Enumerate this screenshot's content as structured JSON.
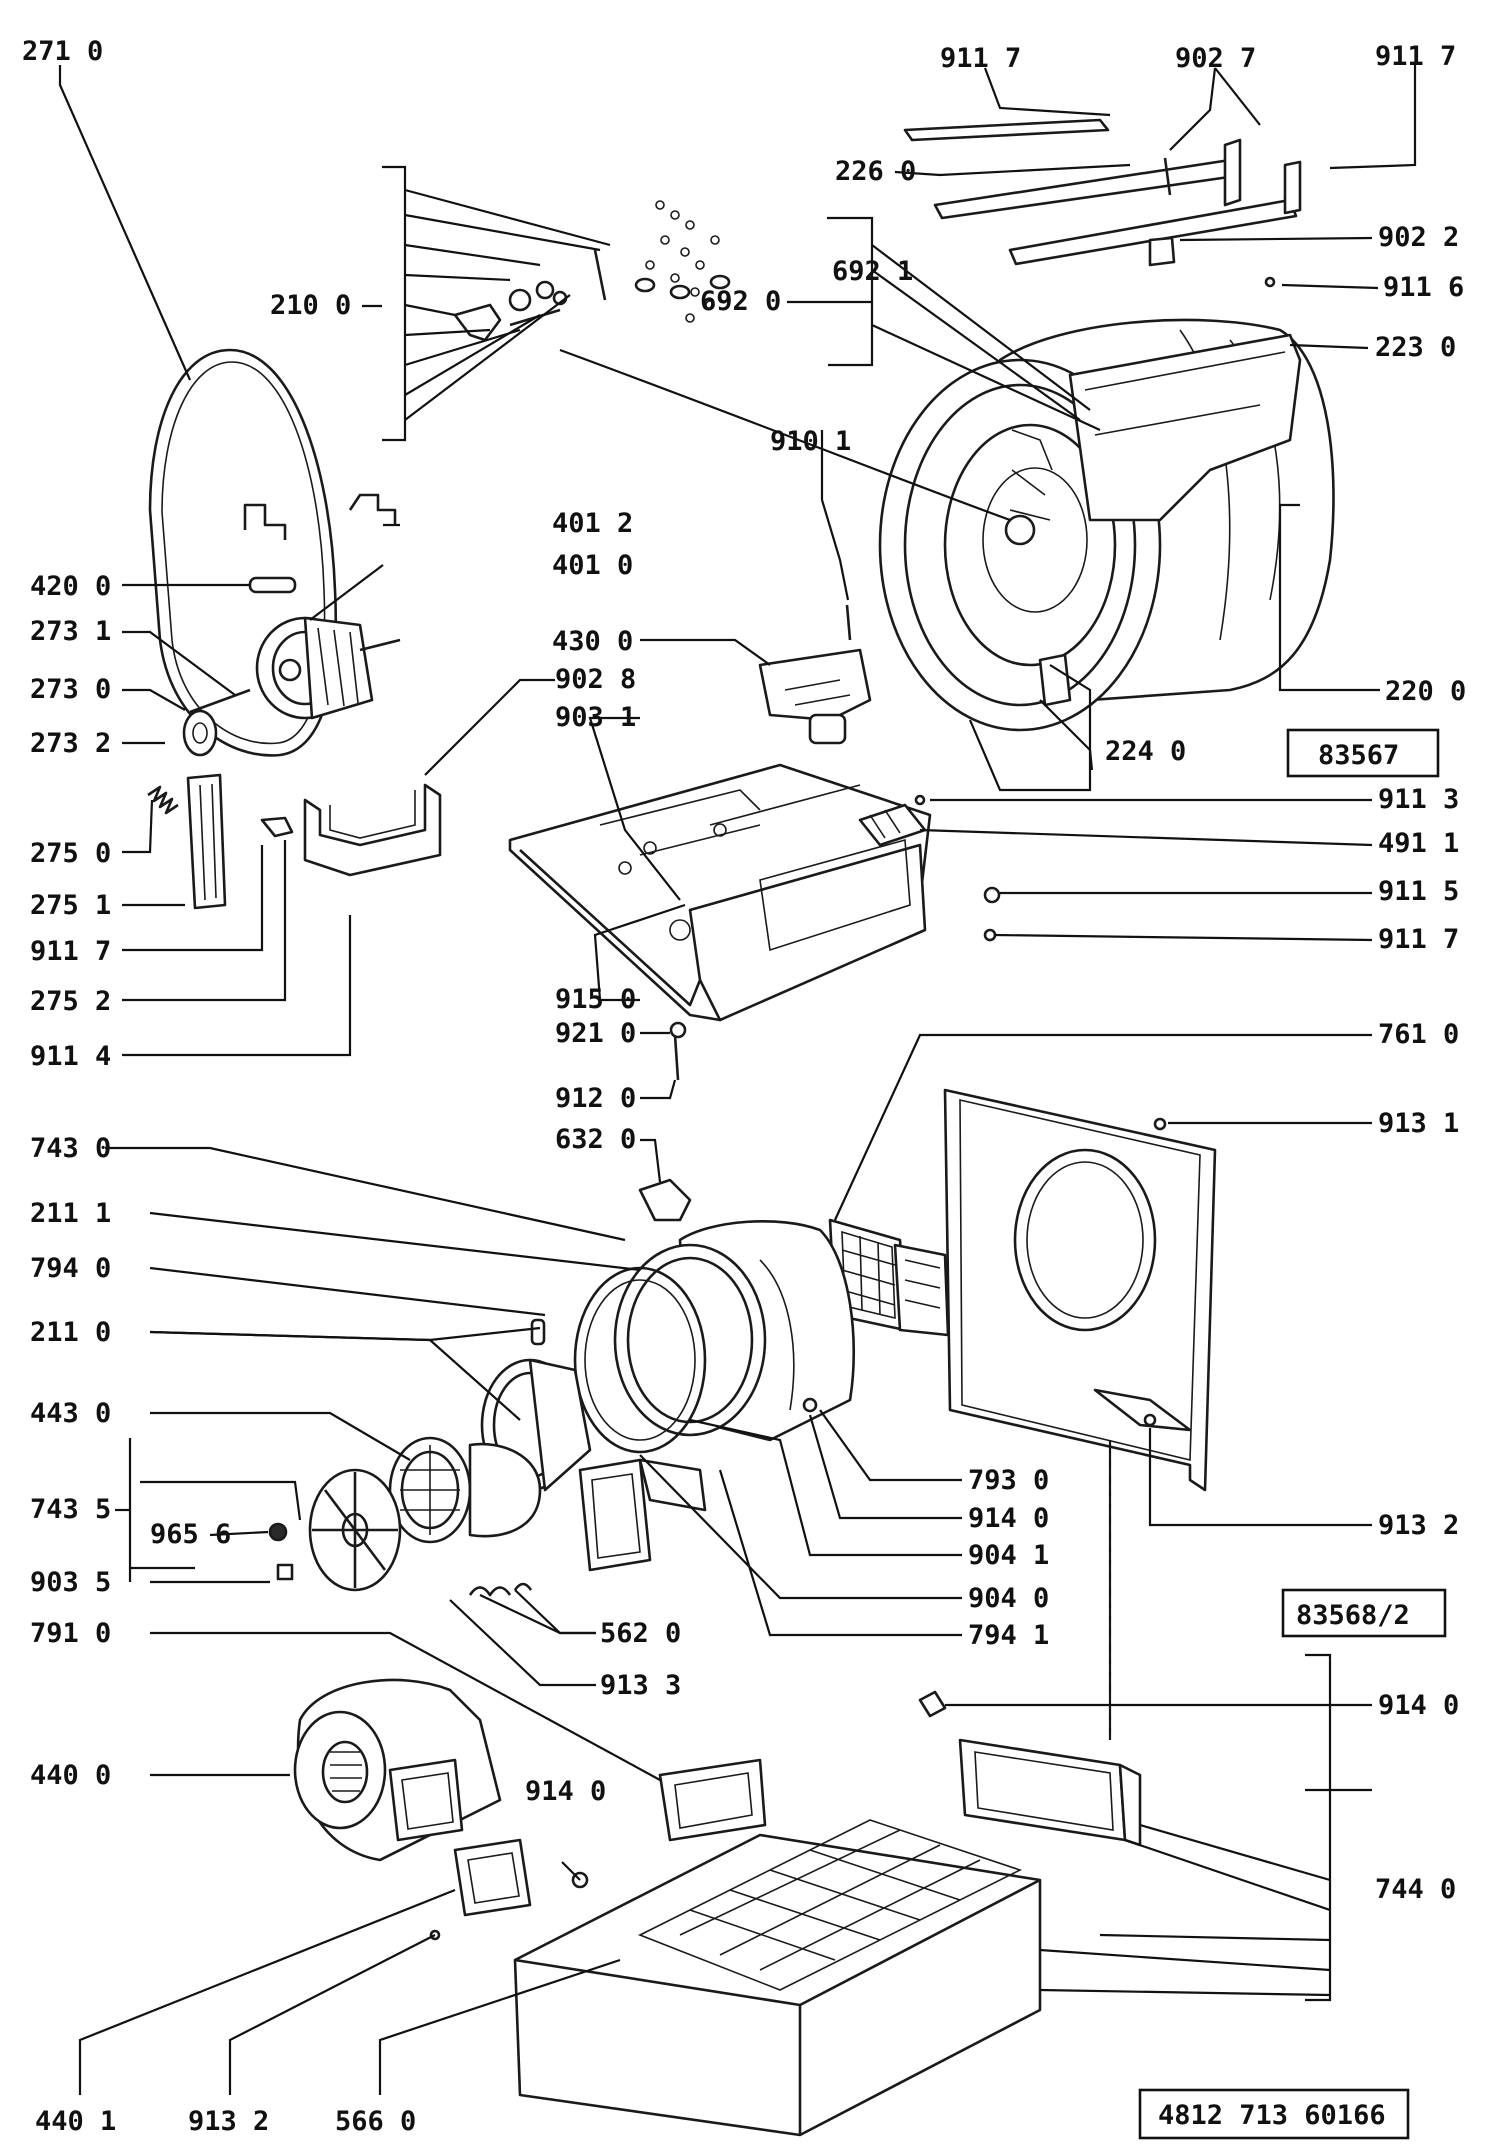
{
  "labels": {
    "l2710": "271 0",
    "l9117a": "911 7",
    "l9027": "902 7",
    "l9117b": "911 7",
    "l2260": "226 0",
    "l9022": "902 2",
    "l2100": "210 0",
    "l6920": "692 0",
    "l6921": "692 1",
    "l9116": "911 6",
    "l2230": "223 0",
    "l9101": "910 1",
    "l4012": "401 2",
    "l4010": "401 0",
    "l4200": "420 0",
    "l4300": "430 0",
    "l2731": "273 1",
    "l2730": "273 0",
    "l9028": "902 8",
    "l2732": "273 2",
    "l9031": "903 1",
    "l2200": "220 0",
    "l2240": "224 0",
    "l9113": "911 3",
    "l4911": "491 1",
    "l2750": "275 0",
    "l2751": "275 1",
    "l9115": "911 5",
    "l9117c": "911 7",
    "l9117d": "911 7",
    "l2752": "275 2",
    "l9150": "915 0",
    "l9210": "921 0",
    "l7610": "761 0",
    "l9114": "911 4",
    "l9120": "912 0",
    "l9131": "913 1",
    "l6320": "632 0",
    "l7430": "743 0",
    "l2111": "211 1",
    "l7940": "794 0",
    "l2110": "211 0",
    "l4430": "443 0",
    "l7930": "793 0",
    "l7435": "743 5",
    "l9656": "965 6",
    "l9140a": "914 0",
    "l9132a": "913 2",
    "l9041": "904 1",
    "l9035": "903 5",
    "l9040": "904 0",
    "l7910": "791 0",
    "l5620": "562 0",
    "l7941": "794 1",
    "l9133": "913 3",
    "l9140b": "914 0",
    "l4400": "440 0",
    "l9140c": "914 0",
    "l7440": "744 0",
    "l4401": "440 1",
    "l9132b": "913 2",
    "l5660": "566 0"
  },
  "boxes": {
    "ref1": "83567",
    "ref2": "83568/2",
    "catalog": "4812 713 60166"
  }
}
